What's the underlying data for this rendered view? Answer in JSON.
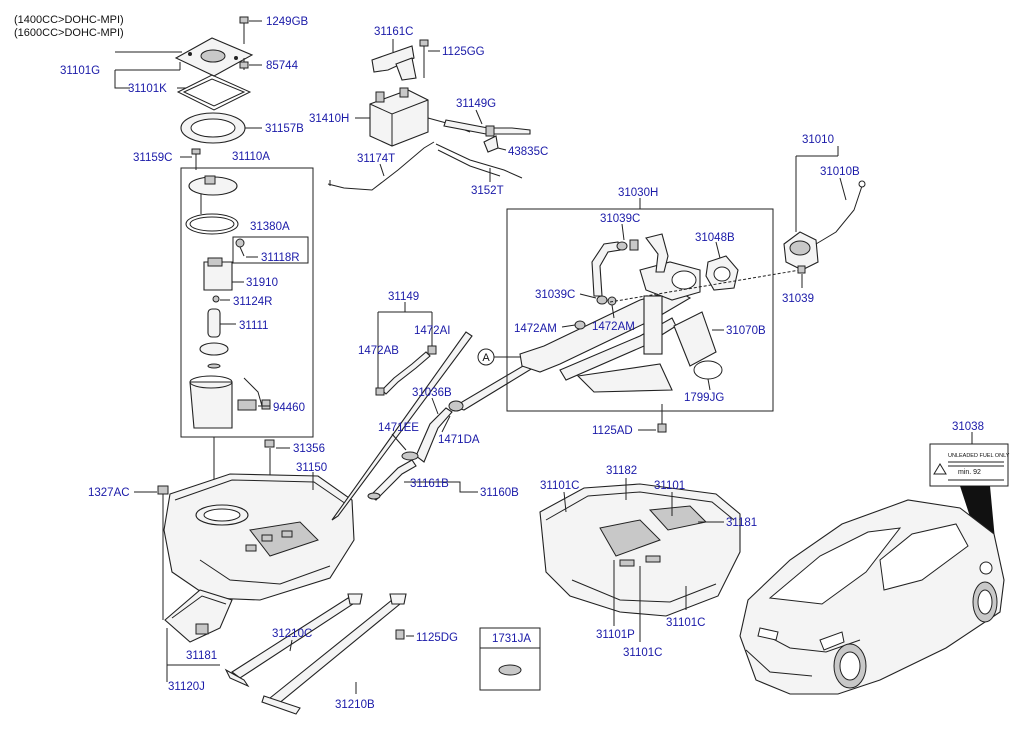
{
  "header": {
    "line1": "(1400CC>DOHC-MPI)",
    "line2": "(1600CC>DOHC-MPI)"
  },
  "labels": {
    "l1249GB": "1249GB",
    "l85744": "85744",
    "l31101G": "31101G",
    "l31101K": "31101K",
    "l31157B": "31157B",
    "l31159C": "31159C",
    "l31110A": "31110A",
    "l31380A": "31380A",
    "l31118R": "31118R",
    "l31910": "31910",
    "l31124R": "31124R",
    "l31111": "31111",
    "l94460": "94460",
    "l31356": "31356",
    "l31150": "31150",
    "l1327AC": "1327AC",
    "l31181a": "31181",
    "l31120J": "31120J",
    "l31210C": "31210C",
    "l31210B": "31210B",
    "l1125DG": "1125DG",
    "l1731JA": "1731JA",
    "l31161C": "31161C",
    "l1125GG": "1125GG",
    "l31410H": "31410H",
    "l31149G": "31149G",
    "l43835C": "43835C",
    "l31174T": "31174T",
    "l3152T": "3152T",
    "l31149": "31149",
    "l1472AB": "1472AB",
    "l1472AI": "1472AI",
    "l31036B": "31036B",
    "l1471EE": "1471EE",
    "l1471DA": "1471DA",
    "l31161B": "31161B",
    "l31160B": "31160B",
    "l31030H": "31030H",
    "l31039Ca": "31039C",
    "l31039Cb": "31039C",
    "l31048B": "31048B",
    "l1472AMa": "1472AM",
    "l1472AMb": "1472AM",
    "l31070B": "31070B",
    "l1799JG": "1799JG",
    "l1125AD": "1125AD",
    "l31010": "31010",
    "l31010B": "31010B",
    "l31039": "31039",
    "l31038": "31038",
    "l31182": "31182",
    "l31101C_top": "31101C",
    "l31101": "31101",
    "l31181b": "31181",
    "l31101P": "31101P",
    "l31101C_r": "31101C",
    "l31101C_b": "31101C",
    "circleA": "A"
  },
  "fuel_sticker": {
    "line1": "UNLEADED FUEL ONLY",
    "line2": "min. 92"
  },
  "colors": {
    "label": "#1a1aa8",
    "line": "#222222",
    "part_fill": "#f4f4f4",
    "background": "#ffffff"
  }
}
